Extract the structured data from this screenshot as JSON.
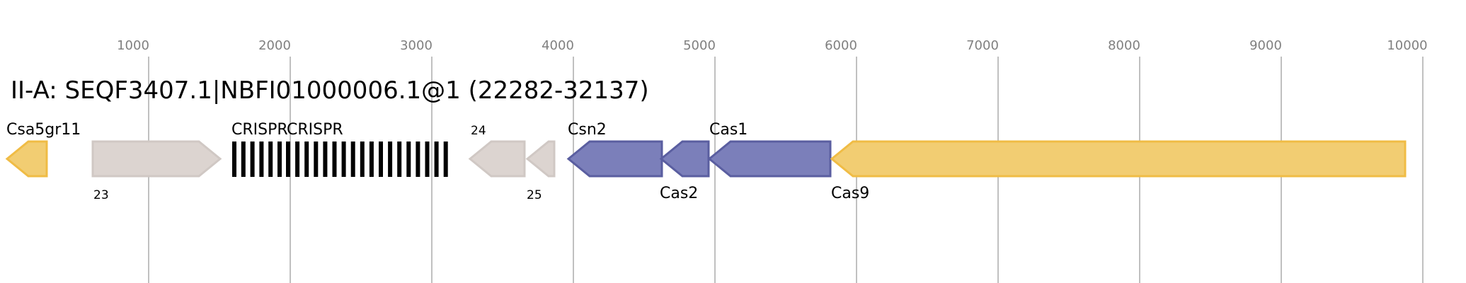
{
  "title": "II-A: SEQF3407.1|NBFI01000006.1@1 (22282-32137)",
  "axis": {
    "ticks": [
      "1000",
      "2000",
      "3000",
      "4000",
      "5000",
      "6000",
      "7000",
      "8000",
      "9000",
      "10000"
    ]
  },
  "colors": {
    "gridline": "#c0c0c0",
    "cas_fill": "#7b7fba",
    "cas_stroke": "#5a5ea0",
    "accessory_fill": "#f2cd72",
    "accessory_stroke": "#f0bc45",
    "other_fill": "#dcd4d0",
    "other_stroke": "#d0c8c4",
    "crispr": "#000000"
  },
  "genes": [
    {
      "label": "Csa5gr11",
      "type": "accessory",
      "strand": "-"
    },
    {
      "label": "23",
      "type": "other",
      "strand": "+"
    },
    {
      "label": "24",
      "type": "other",
      "strand": "-"
    },
    {
      "label": "25",
      "type": "other",
      "strand": "-"
    },
    {
      "label": "Csn2",
      "type": "cas",
      "strand": "-"
    },
    {
      "label": "Cas2",
      "type": "cas",
      "strand": "-"
    },
    {
      "label": "Cas1",
      "type": "cas",
      "strand": "-"
    },
    {
      "label": "Cas9",
      "type": "accessory",
      "strand": "-"
    }
  ],
  "crispr_arrays": [
    {
      "label": "CRISPR"
    },
    {
      "label": "CRISPR"
    }
  ]
}
